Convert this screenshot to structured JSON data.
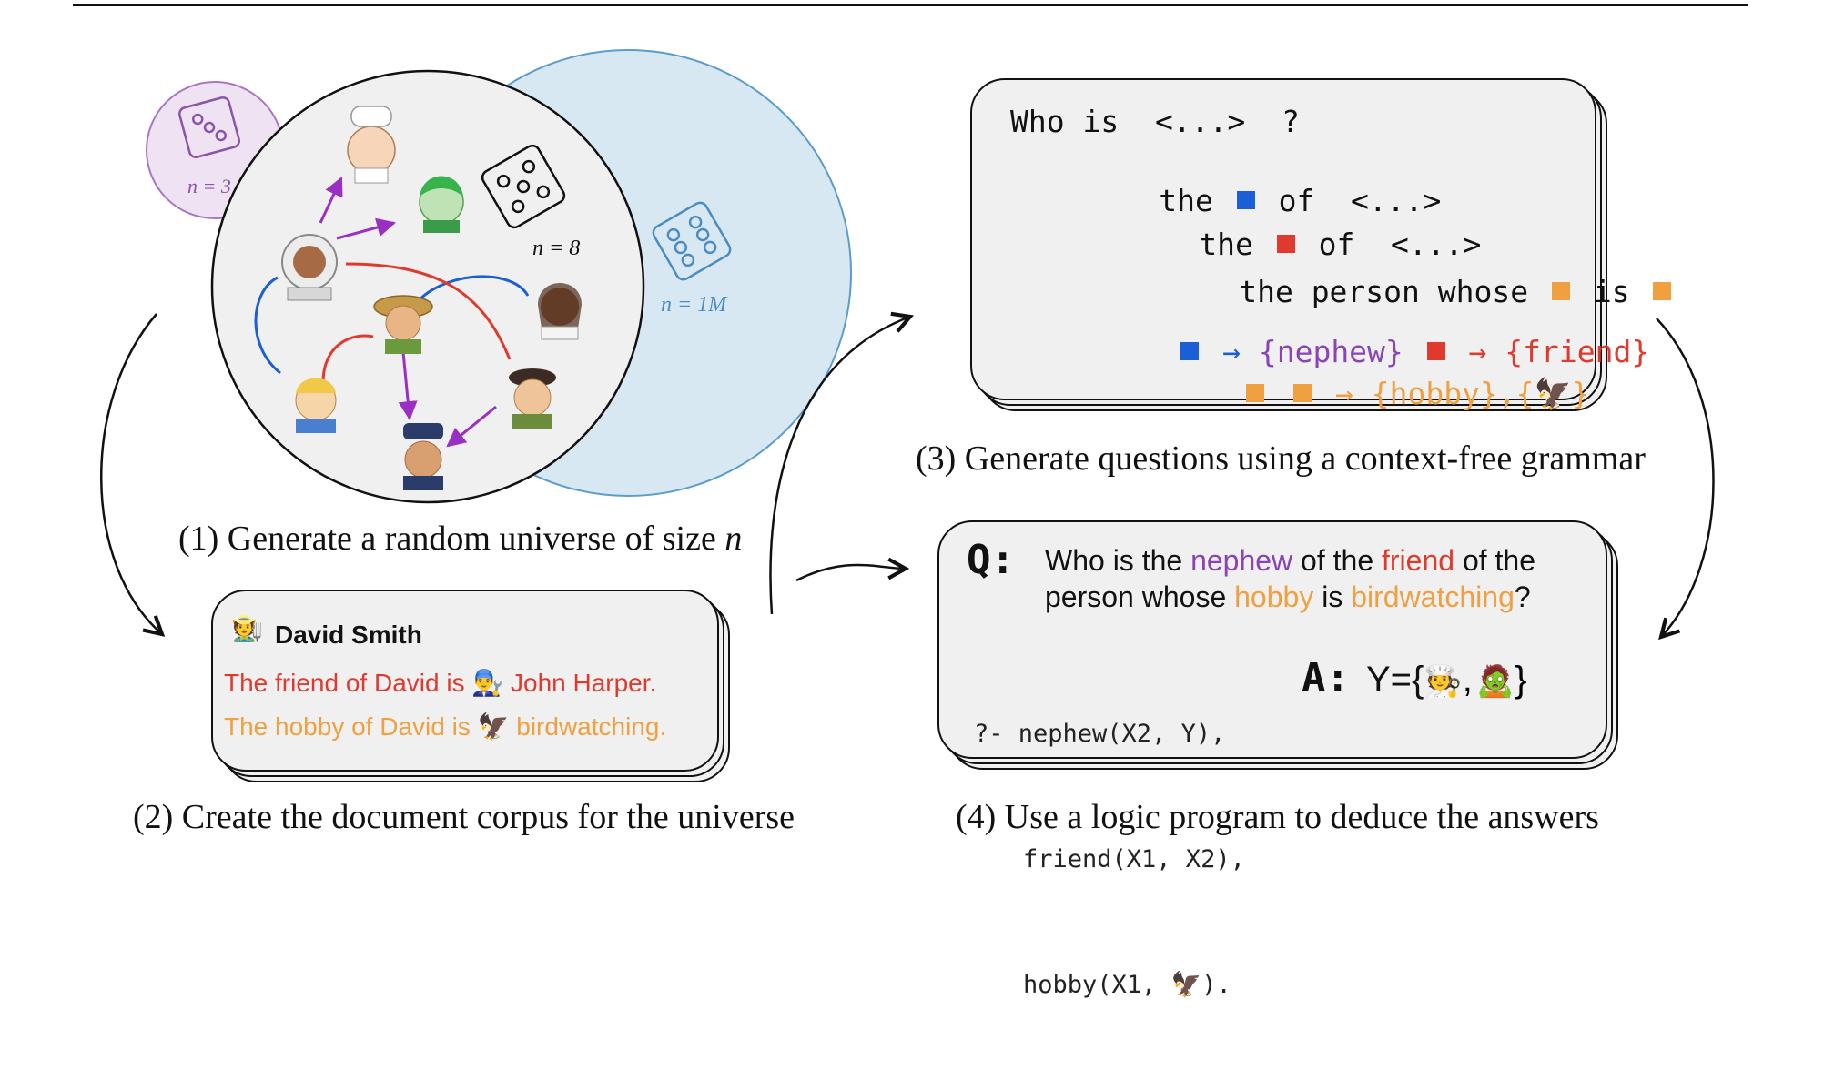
{
  "step1": {
    "caption_prefix": "(1) Generate a random universe of size ",
    "caption_var": "n",
    "die_small_label": "n = 3",
    "die_mid_label": "n = 8",
    "die_large_label": "n = 1M"
  },
  "step2": {
    "caption": "(2) Create the document corpus for the universe",
    "name": "David Smith",
    "friend_prefix": "The friend of David is ",
    "friend_value": "John Harper.",
    "hobby_prefix": "The hobby of David is ",
    "hobby_value": "birdwatching."
  },
  "step3": {
    "caption": "(3) Generate questions using a context-free grammar",
    "line1": "Who is  <...>  ?",
    "line2_a": "the",
    "line2_b": "of  <...>",
    "line3_a": "the",
    "line3_b": "of  <...>",
    "line4_a": "the person whose",
    "line4_b": "is",
    "rule1_arrow": "→",
    "rule1_value": "{nephew}",
    "rule2_arrow": "→",
    "rule2_value": "{friend}",
    "rule3_arrow": "→",
    "rule3_value": "{hobby},{",
    "rule3_close": "}"
  },
  "step4": {
    "caption": "(4) Use a logic program to deduce the answers",
    "q_label": "Q:",
    "q_1": "Who is the ",
    "q_nephew": "nephew",
    "q_2": " of the ",
    "q_friend": "friend",
    "q_3": " of the",
    "q_4": "person whose ",
    "q_hobby": "hobby",
    "q_5": " is ",
    "q_bird": "birdwatching",
    "q_6": "?",
    "prolog_1": "?- nephew(X2, Y),",
    "prolog_2": "friend(X1, X2),",
    "prolog_3_a": "hobby(X1, ",
    "prolog_3_b": ").",
    "a_label": "A:",
    "a_value_open": "Y={",
    "a_comma": ",",
    "a_value_close": "}"
  },
  "colors": {
    "blue": "#1a5fd6",
    "red": "#e03a2f",
    "orange": "#f0a040",
    "purple": "#8a44b8",
    "light_purple_fill": "#efe2f3",
    "light_blue_fill": "#d8e8f3"
  },
  "icons": [
    "chef-emoji",
    "zombie-emoji",
    "astronaut-emoji",
    "farmer-emoji",
    "health-worker-emoji",
    "mechanic-emoji",
    "artist-emoji",
    "police-officer-emoji",
    "eagle-emoji",
    "die-icon"
  ]
}
